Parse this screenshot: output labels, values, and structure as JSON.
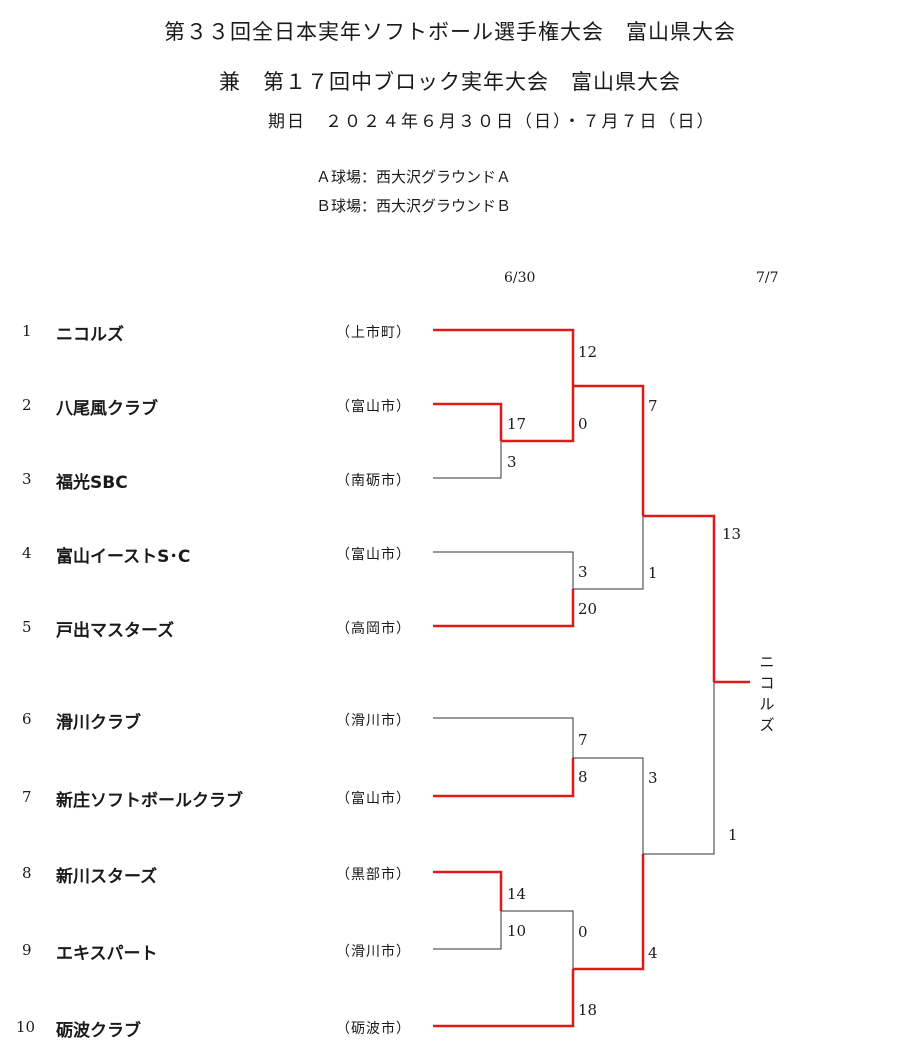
{
  "header": {
    "title_line1": "第３３回全日本実年ソフトボール選手権大会　富山県大会",
    "title_line2": "兼　第１７回中ブロック実年大会　富山県大会",
    "date_line": "期日　２０２４年６月３０日（日）・７月７日（日）",
    "field_a": "Ａ球場：西大沢グラウンドＡ",
    "field_b": "Ｂ球場：西大沢グラウンドＢ"
  },
  "rounds": {
    "day1": "6/30",
    "day2": "7/7"
  },
  "teams": [
    {
      "no": "1",
      "name": "ニコルズ",
      "city": "（上市町）"
    },
    {
      "no": "2",
      "name": "八尾風クラブ",
      "city": "（富山市）"
    },
    {
      "no": "3",
      "name": "福光SBC",
      "city": "（南砺市）"
    },
    {
      "no": "4",
      "name": "富山イーストS･C",
      "city": "（富山市）"
    },
    {
      "no": "5",
      "name": "戸出マスターズ",
      "city": "（高岡市）"
    },
    {
      "no": "6",
      "name": "滑川クラブ",
      "city": "（滑川市）"
    },
    {
      "no": "7",
      "name": "新庄ソフトボールクラブ",
      "city": "（富山市）"
    },
    {
      "no": "8",
      "name": "新川スターズ",
      "city": "（黒部市）"
    },
    {
      "no": "9",
      "name": "エキスパート",
      "city": "（滑川市）"
    },
    {
      "no": "10",
      "name": "砺波クラブ",
      "city": "（砺波市）"
    }
  ],
  "scores": {
    "m1_t2": "17",
    "m1_t3": "3",
    "m2_t1": "12",
    "m2_w": "0",
    "m3_t4": "3",
    "m3_t5": "20",
    "m4_t6": "7",
    "m4_t7": "8",
    "m5_t8": "14",
    "m5_t9": "10",
    "m6_w": "0",
    "m6_t10": "18",
    "sf1_top": "7",
    "sf1_bot": "1",
    "sf2_top": "3",
    "sf2_bot": "4",
    "final_top": "13",
    "final_bot": "1"
  },
  "champion": "ニコルズ",
  "colors": {
    "winner_line": "#e0191b",
    "loser_line": "#333333",
    "text": "#1a1a1a"
  }
}
